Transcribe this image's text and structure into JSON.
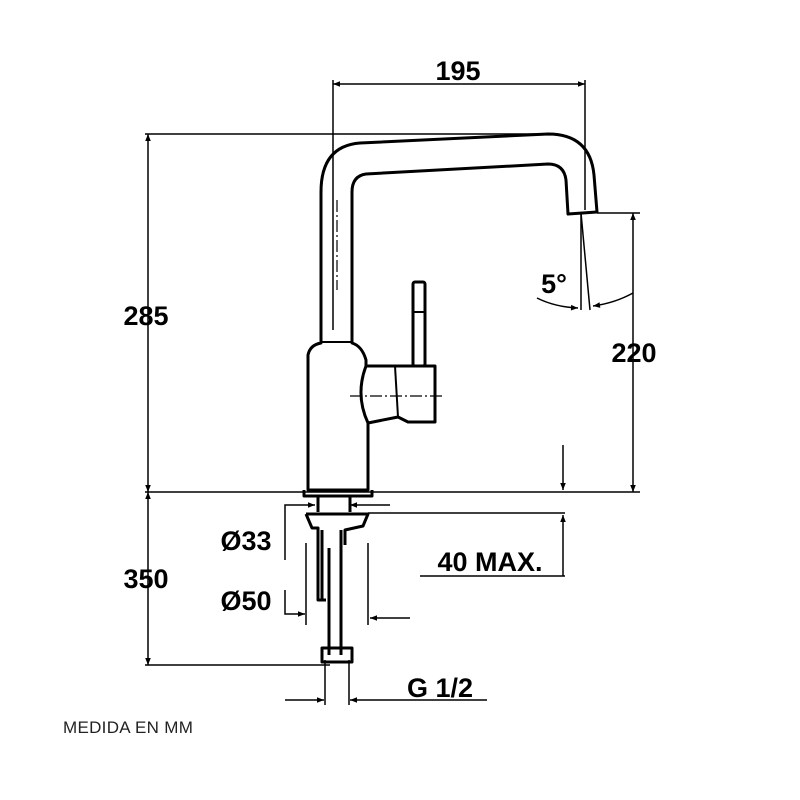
{
  "drawing": {
    "dimensions": {
      "spout_reach": "195",
      "total_height": "285",
      "spout_height": "220",
      "spout_angle": "5°",
      "below_counter_length": "350",
      "hole_diameter": "Ø33",
      "base_diameter": "Ø50",
      "counter_thickness": "40 MAX.",
      "connection_thread": "G 1/2"
    },
    "units_note": "MEDIDA EN MM",
    "line_color": "#000000"
  }
}
